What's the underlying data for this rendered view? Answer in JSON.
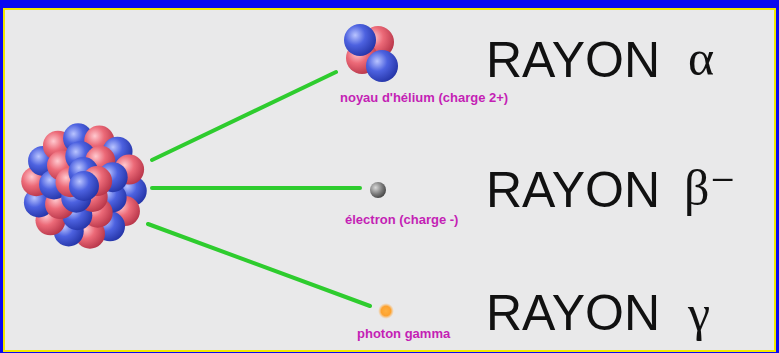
{
  "diagram": {
    "nodes": [
      {
        "text": [
          "noyau d'hélium (charge 2+)"
        ]
      },
      {
        "text": [
          "électron (charge -)"
        ]
      },
      {
        "text": [
          "photon gamma"
        ]
      }
    ],
    "labels": [
      "RAYON",
      "α",
      "RAYON",
      "β⁻",
      "RAYON",
      "γ"
    ]
  }
}
